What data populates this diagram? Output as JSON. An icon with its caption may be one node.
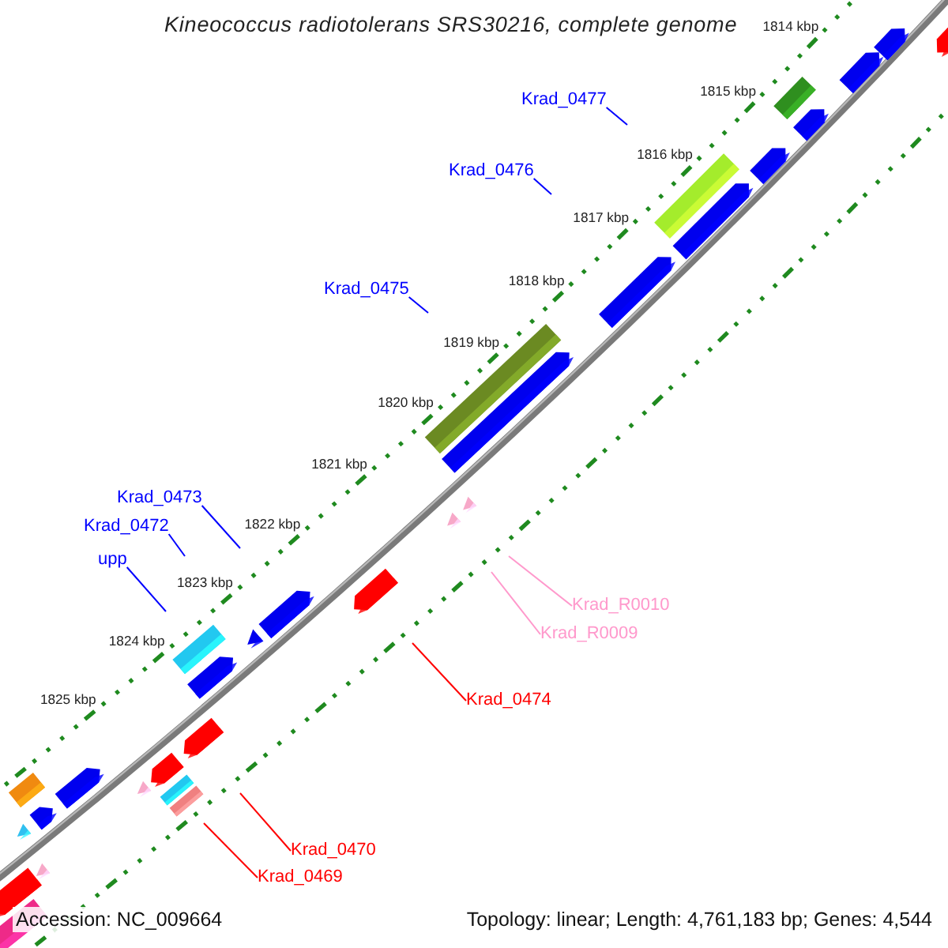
{
  "diagram": {
    "title": "Kineococcus radiotolerans SRS30216, complete genome",
    "nodes": [
      {
        "text": [
          "Krad_0477"
        ]
      },
      {
        "text": [
          "Krad_0476"
        ]
      },
      {
        "text": [
          "Krad_0475"
        ]
      },
      {
        "text": [
          "Krad_0473"
        ]
      },
      {
        "text": [
          "Krad_0472"
        ]
      },
      {
        "text": [
          "upp"
        ]
      },
      {
        "text": [
          "Krad_R0010"
        ]
      },
      {
        "text": [
          "Krad_R0009"
        ]
      },
      {
        "text": [
          "Krad_0474"
        ]
      },
      {
        "text": [
          "Krad_0470"
        ]
      },
      {
        "text": [
          "Krad_0469"
        ]
      }
    ],
    "edges": [
      {
        "from": 0,
        "to": null,
        "arrow": "none"
      },
      {
        "from": 1,
        "to": null,
        "arrow": "none"
      },
      {
        "from": 2,
        "to": null,
        "arrow": "none"
      },
      {
        "from": 3,
        "to": null,
        "arrow": "none"
      },
      {
        "from": 4,
        "to": null,
        "arrow": "none"
      },
      {
        "from": 5,
        "to": null,
        "arrow": "none"
      },
      {
        "from": 6,
        "to": null,
        "arrow": "none",
        "color": "#ff99cc"
      },
      {
        "from": 7,
        "to": null,
        "arrow": "none",
        "color": "#ff99cc"
      },
      {
        "from": 8,
        "to": null,
        "arrow": "none",
        "color": "#ff0000"
      },
      {
        "from": 9,
        "to": null,
        "arrow": "none",
        "color": "#ff0000"
      },
      {
        "from": 10,
        "to": null,
        "arrow": "none",
        "color": "#ff0000"
      }
    ],
    "labels": [
      "1814 kbp",
      "1815 kbp",
      "1816 kbp",
      "1817 kbp",
      "1818 kbp",
      "1819 kbp",
      "1820 kbp",
      "1821 kbp",
      "1822 kbp",
      "1823 kbp",
      "1824 kbp",
      "1825 kbp",
      "Accession: NC_009664",
      "Topology: linear; Length: 4,761,183 bp; Genes: 4,544"
    ]
  }
}
